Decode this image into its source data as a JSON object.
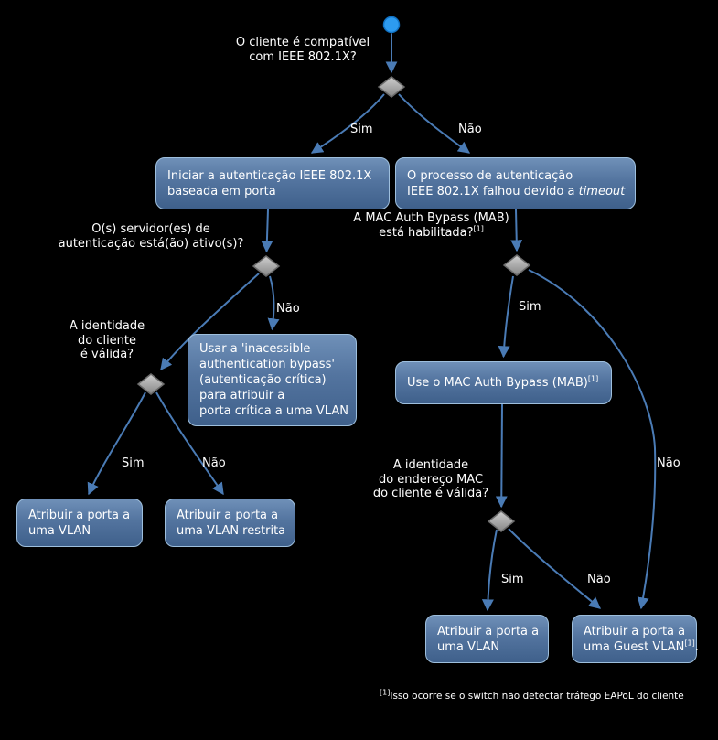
{
  "colors": {
    "background": "#000000",
    "box_border": "#9ebfdd",
    "box_fill_top": "#6f90b8",
    "box_fill_bottom": "#3f608b",
    "arrow": "#4a7bb5",
    "diamond_fill": "#a8a8a8",
    "start_node": "#2d9bf0",
    "text": "#ffffff"
  },
  "edge_labels": {
    "yes": "Sim",
    "no": "Não"
  },
  "questions": {
    "client_compatible": [
      "O cliente é compatível",
      "com IEEE 802.1X?"
    ],
    "server_active": [
      "O(s) servidor(es) de",
      "autenticação está(ão) ativo(s)?"
    ],
    "client_identity": [
      "A identidade",
      "do cliente",
      "é válida?"
    ],
    "mab_enabled": {
      "line1": "A MAC Auth Bypass (MAB)",
      "line2": "está habilitada?",
      "sup": "[1]"
    },
    "mac_identity": [
      "A identidade",
      "do endereço MAC",
      "do cliente é válida?"
    ]
  },
  "boxes": {
    "init_auth": [
      "Iniciar a autenticação IEEE 802.1X",
      "baseada em porta"
    ],
    "timeout": {
      "line1": "O processo de autenticação",
      "line2_prefix": "IEEE 802.1X falhou devido a ",
      "line2_italic": "timeout"
    },
    "critical_bypass": [
      "Usar a 'inacessible",
      "authentication bypass'",
      "(autenticação crítica)",
      "para atribuir a",
      "porta crítica a uma VLAN"
    ],
    "use_mab": {
      "text": "Use o MAC Auth Bypass (MAB)",
      "sup": "[1]"
    },
    "assign_vlan_left": [
      "Atribuir a porta a",
      "uma VLAN"
    ],
    "assign_vlan_restricted": [
      "Atribuir a porta a",
      "uma VLAN restrita"
    ],
    "assign_vlan_right": [
      "Atribuir a porta a",
      "uma VLAN"
    ],
    "assign_guest": {
      "line1": "Atribuir a porta a",
      "line2_prefix": "uma Guest VLAN",
      "sup": "[1]",
      "suffix": "."
    }
  },
  "footnote": {
    "sup": "[1]",
    "text": "Isso ocorre se o switch não detectar tráfego EAPoL do cliente"
  }
}
